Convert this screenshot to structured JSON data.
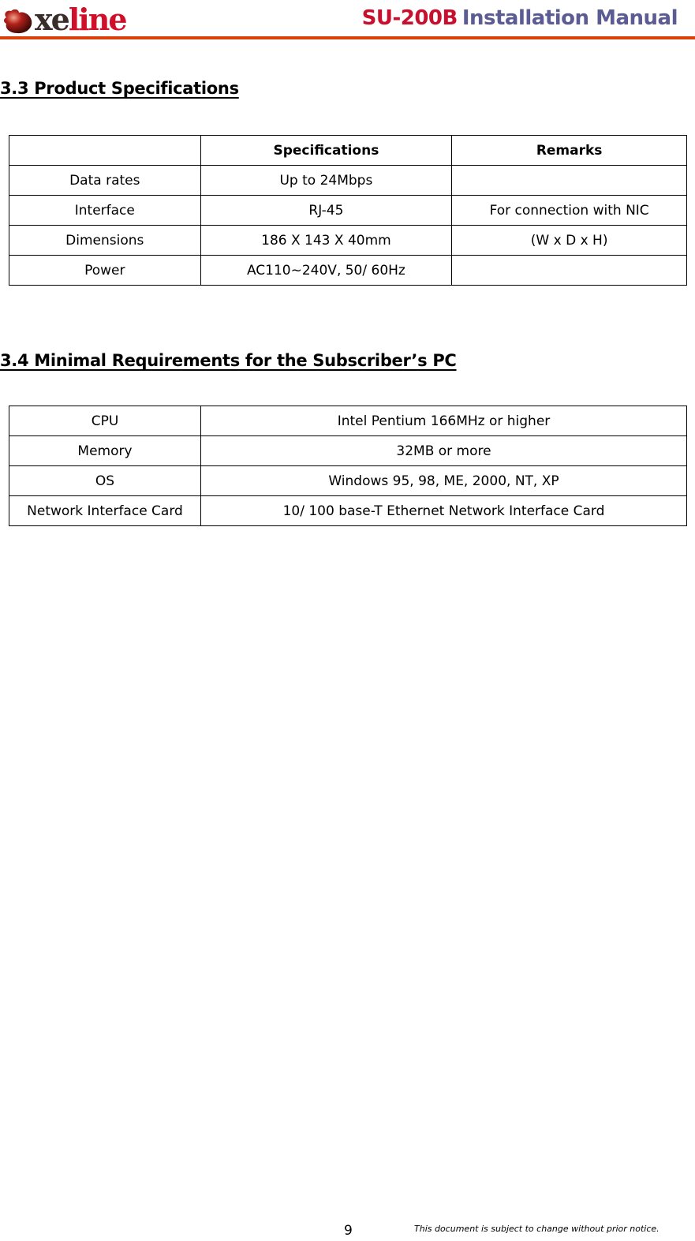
{
  "header": {
    "logo": {
      "part1": "xe",
      "part2": "line",
      "icon": "red-sphere-logo-icon"
    },
    "title_model": "SU-200B",
    "title_rest": "Installation Manual",
    "colors": {
      "rule": "#d8400c",
      "model": "#c8102e",
      "title": "#5b5c93"
    }
  },
  "sections": [
    {
      "heading": "3.3 Product Specifications",
      "table": {
        "columns": [
          "",
          "Specifications",
          "Remarks"
        ],
        "rows": [
          [
            "Data rates",
            "Up to 24Mbps",
            ""
          ],
          [
            "Interface",
            "RJ-45",
            "For connection with NIC"
          ],
          [
            "Dimensions",
            "186 X 143 X 40mm",
            "(W x D x H)"
          ],
          [
            "Power",
            "AC110~240V, 50/ 60Hz",
            ""
          ]
        ]
      }
    },
    {
      "heading": "3.4 Minimal Requirements for the Subscriber’s PC",
      "table": {
        "rows": [
          [
            "CPU",
            "Intel Pentium 166MHz or higher"
          ],
          [
            "Memory",
            "32MB or more"
          ],
          [
            "OS",
            "Windows 95, 98, ME, 2000, NT, XP"
          ],
          [
            "Network Interface Card",
            "10/ 100 base-T Ethernet Network Interface Card"
          ]
        ]
      }
    }
  ],
  "footer": {
    "page_number": "9",
    "note": "This document is subject to change without prior notice."
  }
}
